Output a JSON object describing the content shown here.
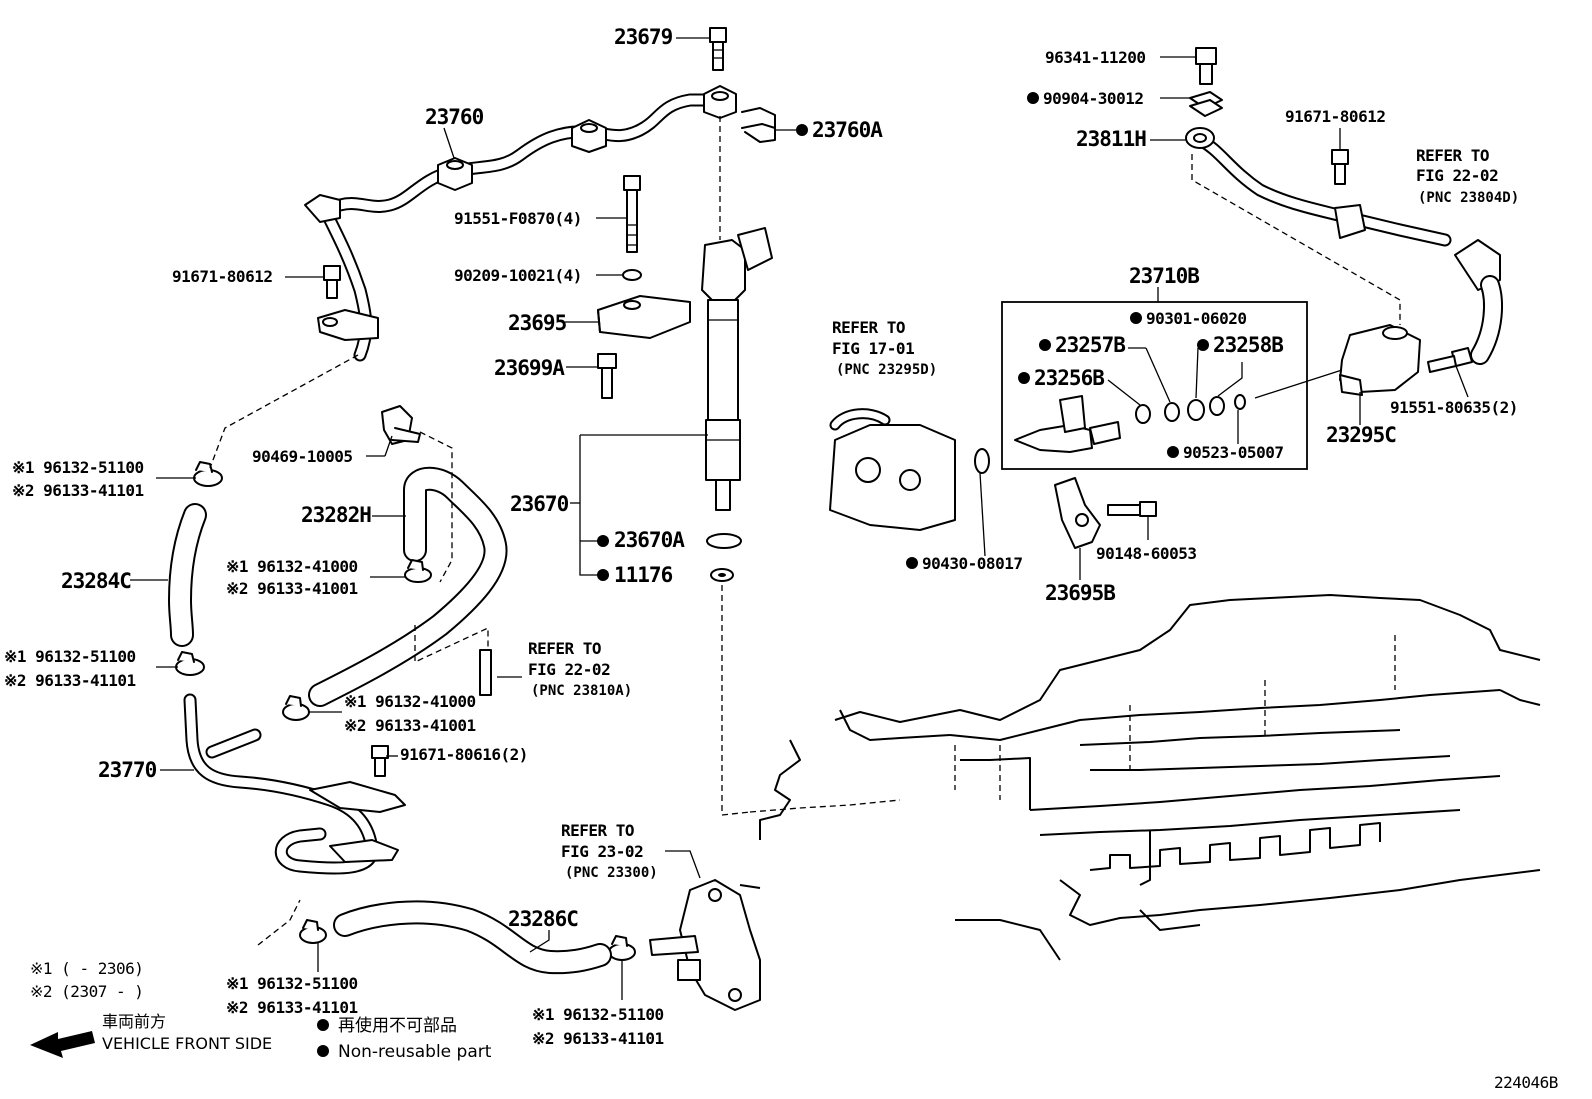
{
  "labels": {
    "p23679": "23679",
    "p23760": "23760",
    "p23760A": "23760A",
    "p91551_F0870": "91551-F0870(4)",
    "p90209": "90209-10021(4)",
    "p91671_80612_left": "91671-80612",
    "p23695": "23695",
    "p23699A": "23699A",
    "p90469": "90469-10005",
    "p23282H": "23282H",
    "p23670": "23670",
    "p23670A": "23670A",
    "p11176": "11176",
    "p23284C": "23284C",
    "p23770": "23770",
    "p91671_80616": "91671-80616(2)",
    "p23286C": "23286C",
    "p96341": "96341-11200",
    "p90904": "90904-30012",
    "p23811H": "23811H",
    "p91671_80612_right": "91671-80612",
    "p23710B": "23710B",
    "p90301": "90301-06020",
    "p23257B": "23257B",
    "p23258B": "23258B",
    "p23256B": "23256B",
    "p90523": "90523-05007",
    "p23295C": "23295C",
    "p91551_80635": "91551-80635(2)",
    "p90430": "90430-08017",
    "p90148": "90148-60053",
    "p23695B": "23695B",
    "diagram_id": "224046B"
  },
  "clamps": {
    "c1a": "※1 96132-51100",
    "c1b": "※2 96133-41101",
    "c2a": "※1 96132-41000",
    "c2b": "※2 96133-41001",
    "c3a": "※1 96132-51100",
    "c3b": "※2 96133-41101",
    "c4a": "※1 96132-41000",
    "c4b": "※2 96133-41001",
    "c5a": "※1 96132-51100",
    "c5b": "※2 96133-41101",
    "c6a": "※1 96132-51100",
    "c6b": "※2 96133-41101"
  },
  "refers": {
    "r1": [
      "REFER TO",
      "FIG 22-02",
      "(PNC 23804D)"
    ],
    "r2": [
      "REFER TO",
      "FIG 17-01",
      "(PNC 23295D)"
    ],
    "r3": [
      "REFER TO",
      "FIG 22-02",
      "(PNC 23810A)"
    ],
    "r4": [
      "REFER TO",
      "FIG 23-02",
      "(PNC 23300)"
    ]
  },
  "legend": {
    "note1": "※1 (      - 2306)",
    "note2": "※2 (2307 -      )",
    "front_jp": "車両前方",
    "front_en": "VEHICLE FRONT SIDE",
    "nonreuse_jp": "再使用不可部品",
    "nonreuse_en": "Non-reusable part"
  },
  "colors": {
    "ink": "#000000",
    "paper": "#ffffff"
  }
}
